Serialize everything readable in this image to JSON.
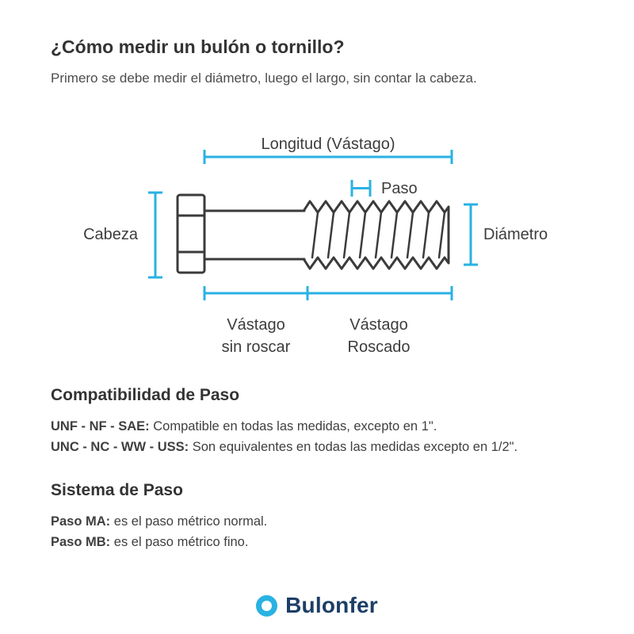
{
  "colors": {
    "accent": "#29b2e3",
    "ink": "#3b3b3b",
    "brand": "#1d3e66"
  },
  "header": {
    "title": "¿Cómo medir un bulón o tornillo?",
    "subtitle": "Primero se debe medir el diámetro, luego el largo, sin contar la cabeza."
  },
  "diagram": {
    "labels": {
      "longitud": "Longitud (Vástago)",
      "paso": "Paso",
      "cabeza": "Cabeza",
      "diametro": "Diámetro",
      "vastago_sin_1": "Vástago",
      "vastago_sin_2": "sin roscar",
      "vastago_ros_1": "Vástago",
      "vastago_ros_2": "Roscado"
    }
  },
  "sections": [
    {
      "heading": "Compatibilidad de Paso",
      "items": [
        {
          "lead": "UNF - NF - SAE:",
          "text": " Compatible en todas las medidas, excepto en 1\"."
        },
        {
          "lead": "UNC - NC - WW - USS:",
          "text": " Son equivalentes en todas las medidas excepto en 1/2\"."
        }
      ]
    },
    {
      "heading": "Sistema de Paso",
      "items": [
        {
          "lead": "Paso MA:",
          "text": " es el paso métrico normal."
        },
        {
          "lead": "Paso MB:",
          "text": " es el paso métrico fino."
        }
      ]
    }
  ],
  "footer": {
    "brand": "Bulonfer"
  }
}
